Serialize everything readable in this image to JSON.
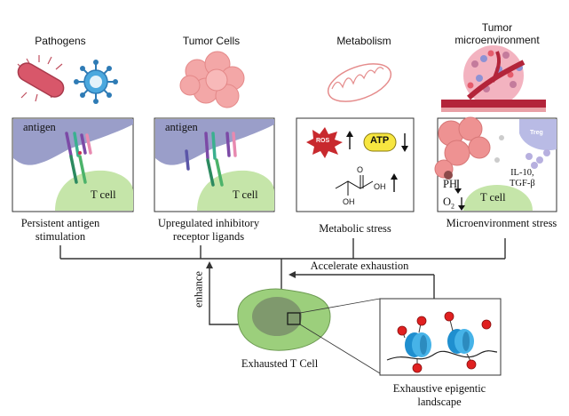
{
  "categories": [
    {
      "title": "Pathogens",
      "caption": [
        "Persistent antigen",
        "stimulation"
      ],
      "panel_labels": {
        "antigen": "antigen",
        "tcell": "T cell"
      }
    },
    {
      "title": "Tumor Cells",
      "caption": [
        "Upregulated inhibitory",
        "receptor ligands"
      ],
      "panel_labels": {
        "antigen": "antigen",
        "tcell": "T cell"
      }
    },
    {
      "title": "Metabolism",
      "caption": [
        "Metabolic stress"
      ],
      "panel_labels": {
        "ros": "ROS",
        "atp": "ATP",
        "oh": "OH",
        "oh2": "OH",
        "o": "O"
      }
    },
    {
      "title": [
        "Tumor",
        "microenvironment"
      ],
      "caption": [
        "Microenvironment  stress"
      ],
      "panel_labels": {
        "treg": "Treg",
        "cytokines": [
          "IL-10,",
          "TGF-β"
        ],
        "ph": "PH",
        "o2": "O",
        "o2_sub": "2",
        "tcell": "T cell"
      }
    }
  ],
  "center": {
    "accelerate": "Accelerate exhaustion",
    "enhance": "enhance",
    "exhausted": "Exhausted T Cell",
    "epigenetic": [
      "Exhaustive  epigentic",
      "landscape"
    ]
  },
  "colors": {
    "green": "#9ccf7c",
    "purple": "#9a9ec9",
    "red": "#d84352",
    "blue": "#3a9fd6"
  }
}
